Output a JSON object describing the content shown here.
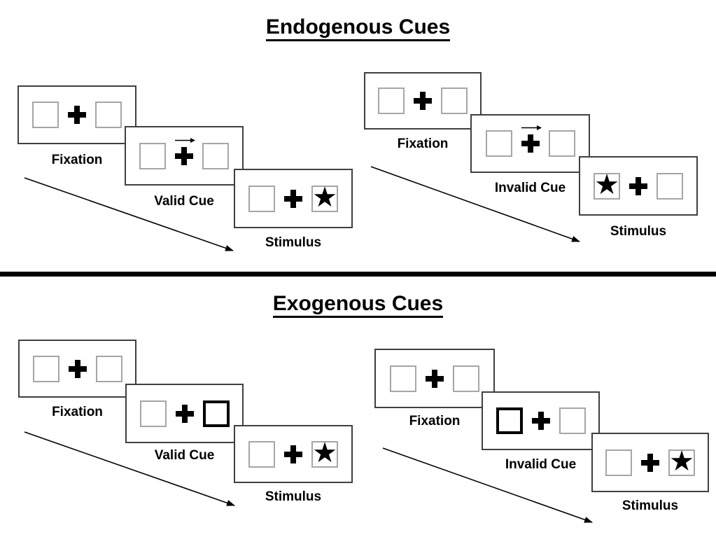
{
  "sections": [
    {
      "title": "Endogenous Cues",
      "trials": [
        {
          "name": "valid-trial",
          "panels": [
            {
              "label": "Fixation",
              "left_box": "empty",
              "right_box": "empty",
              "has_cue_arrow": false
            },
            {
              "label": "Valid Cue",
              "left_box": "empty",
              "right_box": "empty",
              "has_cue_arrow": true
            },
            {
              "label": "Stimulus",
              "left_box": "empty",
              "right_box": "star",
              "has_cue_arrow": false
            }
          ]
        },
        {
          "name": "invalid-trial",
          "panels": [
            {
              "label": "Fixation",
              "left_box": "empty",
              "right_box": "empty",
              "has_cue_arrow": false
            },
            {
              "label": "Invalid Cue",
              "left_box": "empty",
              "right_box": "empty",
              "has_cue_arrow": true
            },
            {
              "label": "Stimulus",
              "left_box": "star",
              "right_box": "empty",
              "has_cue_arrow": false
            }
          ]
        }
      ]
    },
    {
      "title": "Exogenous Cues",
      "trials": [
        {
          "name": "valid-trial",
          "panels": [
            {
              "label": "Fixation",
              "left_box": "empty",
              "right_box": "empty",
              "has_cue_arrow": false
            },
            {
              "label": "Valid Cue",
              "left_box": "empty",
              "right_box": "bold",
              "has_cue_arrow": false
            },
            {
              "label": "Stimulus",
              "left_box": "empty",
              "right_box": "star",
              "has_cue_arrow": false
            }
          ]
        },
        {
          "name": "invalid-trial",
          "panels": [
            {
              "label": "Fixation",
              "left_box": "empty",
              "right_box": "empty",
              "has_cue_arrow": false
            },
            {
              "label": "Invalid Cue",
              "left_box": "bold",
              "right_box": "empty",
              "has_cue_arrow": false
            },
            {
              "label": "Stimulus",
              "left_box": "empty",
              "right_box": "star",
              "has_cue_arrow": false
            }
          ]
        }
      ]
    }
  ],
  "icons": {
    "star": "★",
    "fixation_cross": "plus-cross",
    "cue_arrow": "right-arrow",
    "flow_arrow": "diagonal-down-right-arrow"
  },
  "colors": {
    "ink": "#000000",
    "panel_border": "#3f3f3f",
    "box_border": "#a6a6a6",
    "background": "#ffffff"
  }
}
